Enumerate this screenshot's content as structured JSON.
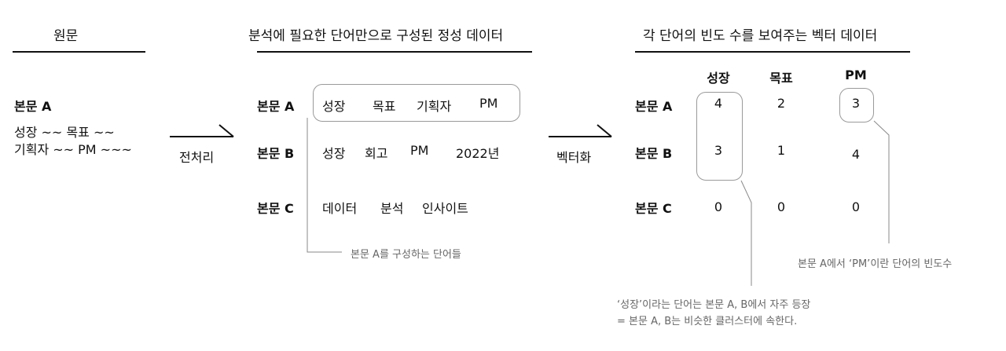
{
  "original": {
    "title": "원문",
    "doc_label": "본문 A",
    "doc_line1": "성장 ~~ 목표 ~~",
    "doc_line2": "기획자 ~~ PM ~~~"
  },
  "step1": {
    "label": "전처리"
  },
  "qualitative": {
    "title": "분석에 필요한 단어만으로 구성된 정성 데이터",
    "rows": [
      {
        "label": "본문 A",
        "words": [
          "성장",
          "목표",
          "기획자",
          "PM"
        ]
      },
      {
        "label": "본문 B",
        "words": [
          "성장",
          "회고",
          "PM",
          "2022년"
        ]
      },
      {
        "label": "본문 C",
        "words": [
          "데이터",
          "분석",
          "인사이트"
        ]
      }
    ],
    "annotation": "본문 A를 구성하는 단어들"
  },
  "step2": {
    "label": "벡터화"
  },
  "vector": {
    "title": "각 단어의 빈도 수를 보여주는 벡터 데이터",
    "columns": [
      "성장",
      "목표",
      "PM"
    ],
    "rows": [
      {
        "label": "본문 A",
        "values": [
          "4",
          "2",
          "3"
        ]
      },
      {
        "label": "본문 B",
        "values": [
          "3",
          "1",
          "4"
        ]
      },
      {
        "label": "본문 C",
        "values": [
          "0",
          "0",
          "0"
        ]
      }
    ],
    "annotation_pm": "본문 A에서 ‘PM’이란 단어의 빈도수",
    "annotation_growth_line1": "‘성장’이라는 단어는 본문 A, B에서 자주 등장",
    "annotation_growth_line2": "= 본문 A, B는 비슷한 클러스터에 속한다."
  }
}
